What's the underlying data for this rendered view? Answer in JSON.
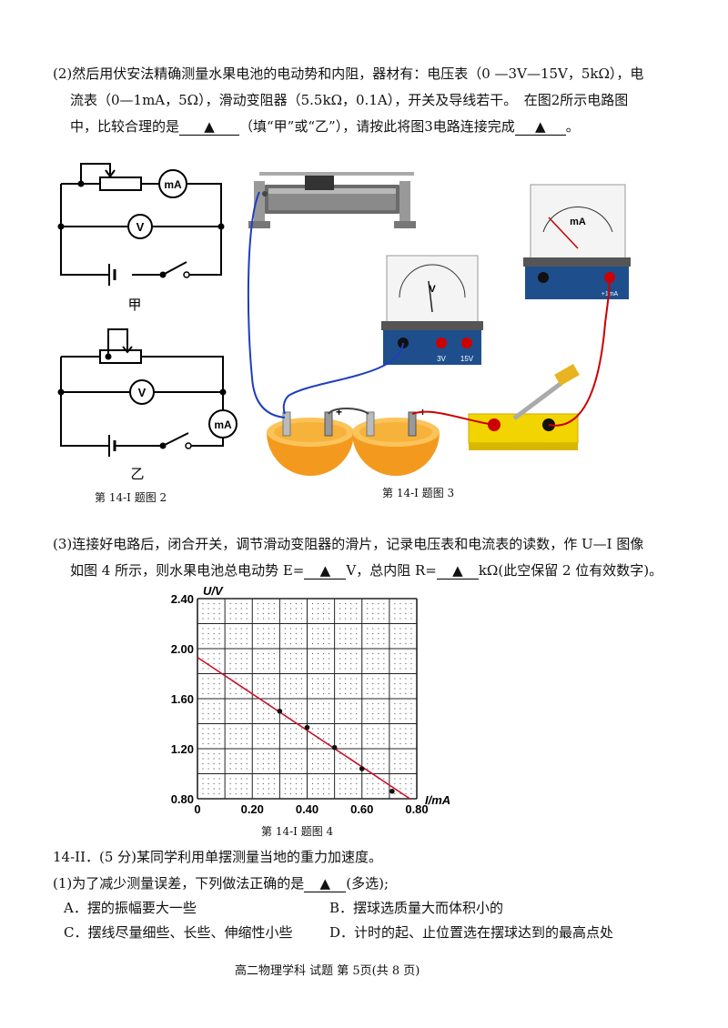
{
  "q2": {
    "line1": "(2)然后用伏安法精确测量水果电池的电动势和内阻，器材有：电压表（0 —3V—15V，5kΩ），电",
    "line2": "流表（0—1mA，5Ω），滑动变阻器（5.5kΩ，0.1A），开关及导线若干。　在图2所示电路图",
    "line3a": "中，比较合理的是",
    "line3b": "（填“甲”或“乙”），请按此将图3电路连接完成",
    "line3c": "。",
    "blank": "▲"
  },
  "fig2": {
    "label_a": "甲",
    "label_b": "乙",
    "ammeter": "mA",
    "voltmeter": "V",
    "caption": "第 14-I 题图 2"
  },
  "fig3": {
    "caption": "第 14-I 题图 3",
    "ma_meter_face": "mA",
    "v_meter_face": "V",
    "v_term_3": "3V",
    "v_term_15": "15V",
    "ma_term": "+1mA",
    "plus": "+"
  },
  "q3": {
    "line1": "(3)连接好电路后，闭合开关，调节滑动变阻器的滑片，记录电压表和电流表的读数，作 U—I 图像",
    "line2a": "如图 4 所示，则水果电池总电动势 E=",
    "line2b": "V，总内阻 R=",
    "line2c": "kΩ(此空保留 2 位有效数字)。",
    "blank": "▲"
  },
  "chart_data": {
    "type": "line",
    "xlabel": "I/mA",
    "ylabel": "U/V",
    "xlim": [
      0,
      0.8
    ],
    "ylim": [
      0.8,
      2.4
    ],
    "x_ticks": [
      "0",
      "0.20",
      "0.40",
      "0.60",
      "0.80"
    ],
    "y_ticks": [
      "0.80",
      "1.20",
      "1.60",
      "2.00",
      "2.40"
    ],
    "grid": true,
    "points": [
      {
        "x": 0.3,
        "y": 1.5
      },
      {
        "x": 0.4,
        "y": 1.37
      },
      {
        "x": 0.5,
        "y": 1.21
      },
      {
        "x": 0.6,
        "y": 1.04
      },
      {
        "x": 0.71,
        "y": 0.86
      }
    ],
    "fit_line": [
      {
        "x": 0,
        "y": 1.93
      },
      {
        "x": 0.775,
        "y": 0.8
      }
    ],
    "line_color": "#c8102e",
    "caption": "第 14-I 题图 4"
  },
  "q14ii": {
    "title": "14-II．(5 分)某同学利用单摆测量当地的重力加速度。",
    "q1a": "(1)为了减少测量误差，下列做法正确的是",
    "q1b": "(多选);",
    "blank": "▲",
    "optA": "A．摆的振幅要大一些",
    "optB": "B．摆球选质量大而体积小的",
    "optC": "C．摆线尽量细些、长些、伸缩性小些",
    "optD": "D．计时的起、止位置选在摆球达到的最高点处"
  },
  "footer": "高二物理学科  试题  第 5页(共 8 页)"
}
